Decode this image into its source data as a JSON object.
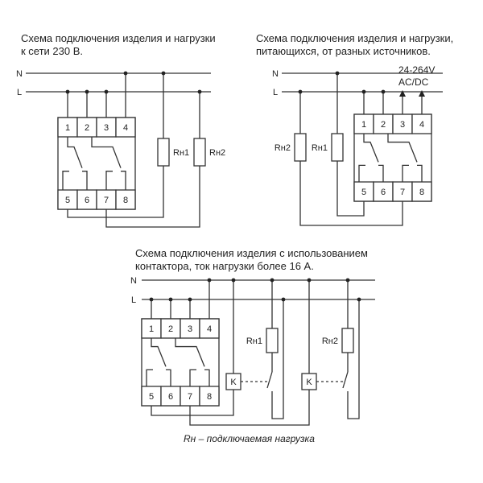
{
  "captions": {
    "diagram1_line1": "Схема подключения изделия и нагрузки",
    "diagram1_line2": "к сети 230 В.",
    "diagram2_line1": "Схема подключения изделия и нагрузки,",
    "diagram2_line2": "питающихся, от разных источников.",
    "diagram3_line1": "Схема подключения изделия с использованием",
    "diagram3_line2": "контактора, ток нагрузки более 16 А.",
    "footnote": "Rн – подключаемая нагрузка"
  },
  "labels": {
    "neutral": "N",
    "line": "L",
    "load1": "Rн1",
    "load2": "Rн2",
    "contactor": "K",
    "supply_voltage_1": "24-264V",
    "supply_voltage_2": "AC/DC",
    "terminals_top": [
      "1",
      "2",
      "3",
      "4"
    ],
    "terminals_bottom": [
      "5",
      "6",
      "7",
      "8"
    ]
  }
}
